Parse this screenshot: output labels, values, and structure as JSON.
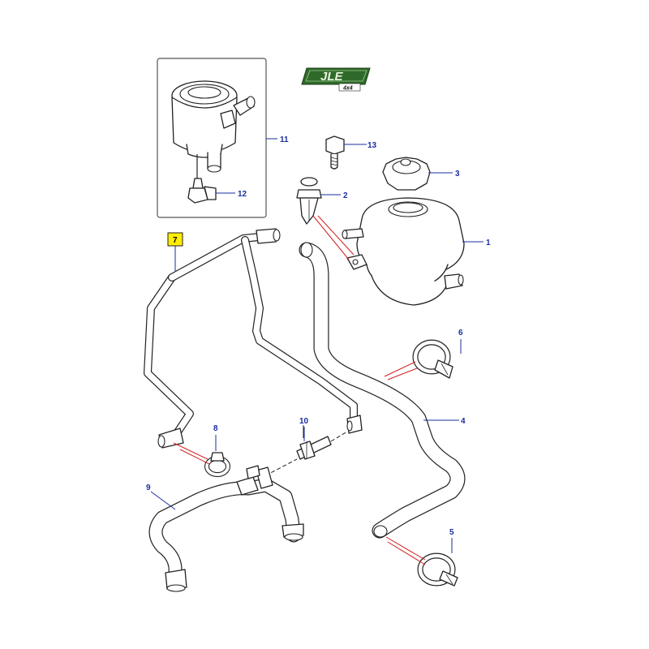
{
  "logo": {
    "main": "JLE",
    "sub": "4x4"
  },
  "callouts": [
    {
      "id": "1",
      "text": "1"
    },
    {
      "id": "2",
      "text": "2"
    },
    {
      "id": "3",
      "text": "3"
    },
    {
      "id": "4",
      "text": "4"
    },
    {
      "id": "5",
      "text": "5"
    },
    {
      "id": "6",
      "text": "6"
    },
    {
      "id": "7",
      "text": "7"
    },
    {
      "id": "8",
      "text": "8"
    },
    {
      "id": "9",
      "text": "9"
    },
    {
      "id": "10",
      "text": "10"
    },
    {
      "id": "11",
      "text": "11"
    },
    {
      "id": "12",
      "text": "12"
    },
    {
      "id": "13",
      "text": "13"
    }
  ],
  "colors": {
    "callout": "#1a2e9e",
    "highlight": "#ffee00",
    "pointer": "#d21f1f",
    "logo": "#2f6a2a"
  }
}
